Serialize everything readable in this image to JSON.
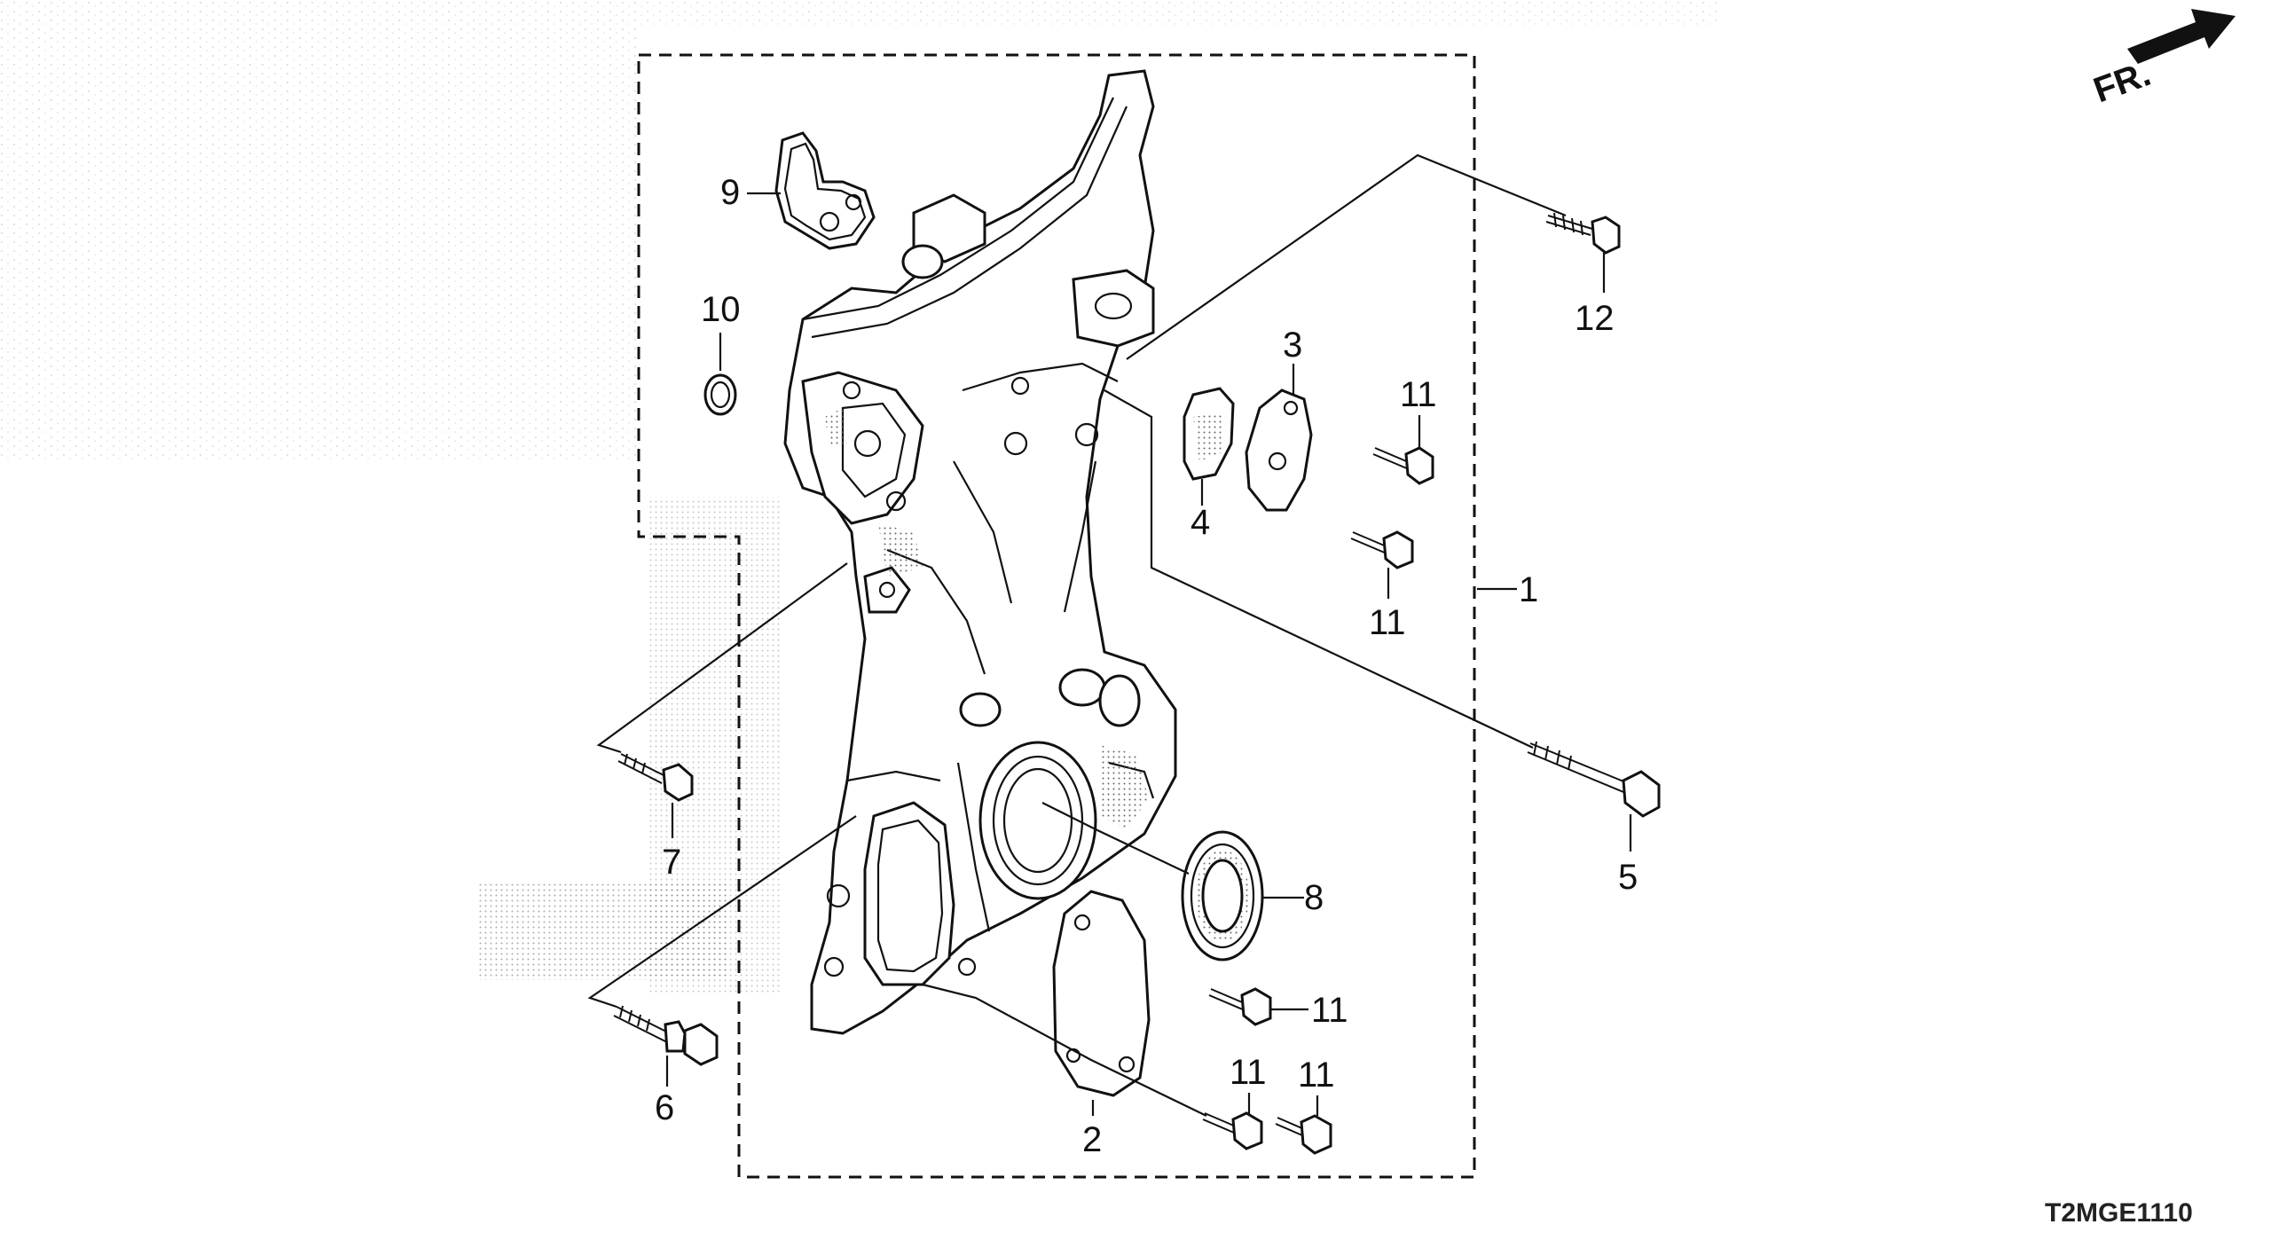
{
  "diagram": {
    "front_indicator": "FR.",
    "diagram_code": "T2MGE1110",
    "part_callouts": [
      {
        "id": "callout-1",
        "label": "1"
      },
      {
        "id": "callout-2",
        "label": "2"
      },
      {
        "id": "callout-3",
        "label": "3"
      },
      {
        "id": "callout-4",
        "label": "4"
      },
      {
        "id": "callout-5",
        "label": "5"
      },
      {
        "id": "callout-6",
        "label": "6"
      },
      {
        "id": "callout-7",
        "label": "7"
      },
      {
        "id": "callout-8",
        "label": "8"
      },
      {
        "id": "callout-9",
        "label": "9"
      },
      {
        "id": "callout-10",
        "label": "10"
      },
      {
        "id": "callout-11a",
        "label": "11"
      },
      {
        "id": "callout-11b",
        "label": "11"
      },
      {
        "id": "callout-11c",
        "label": "11"
      },
      {
        "id": "callout-11d",
        "label": "11"
      },
      {
        "id": "callout-11e",
        "label": "11"
      },
      {
        "id": "callout-12",
        "label": "12"
      }
    ]
  }
}
